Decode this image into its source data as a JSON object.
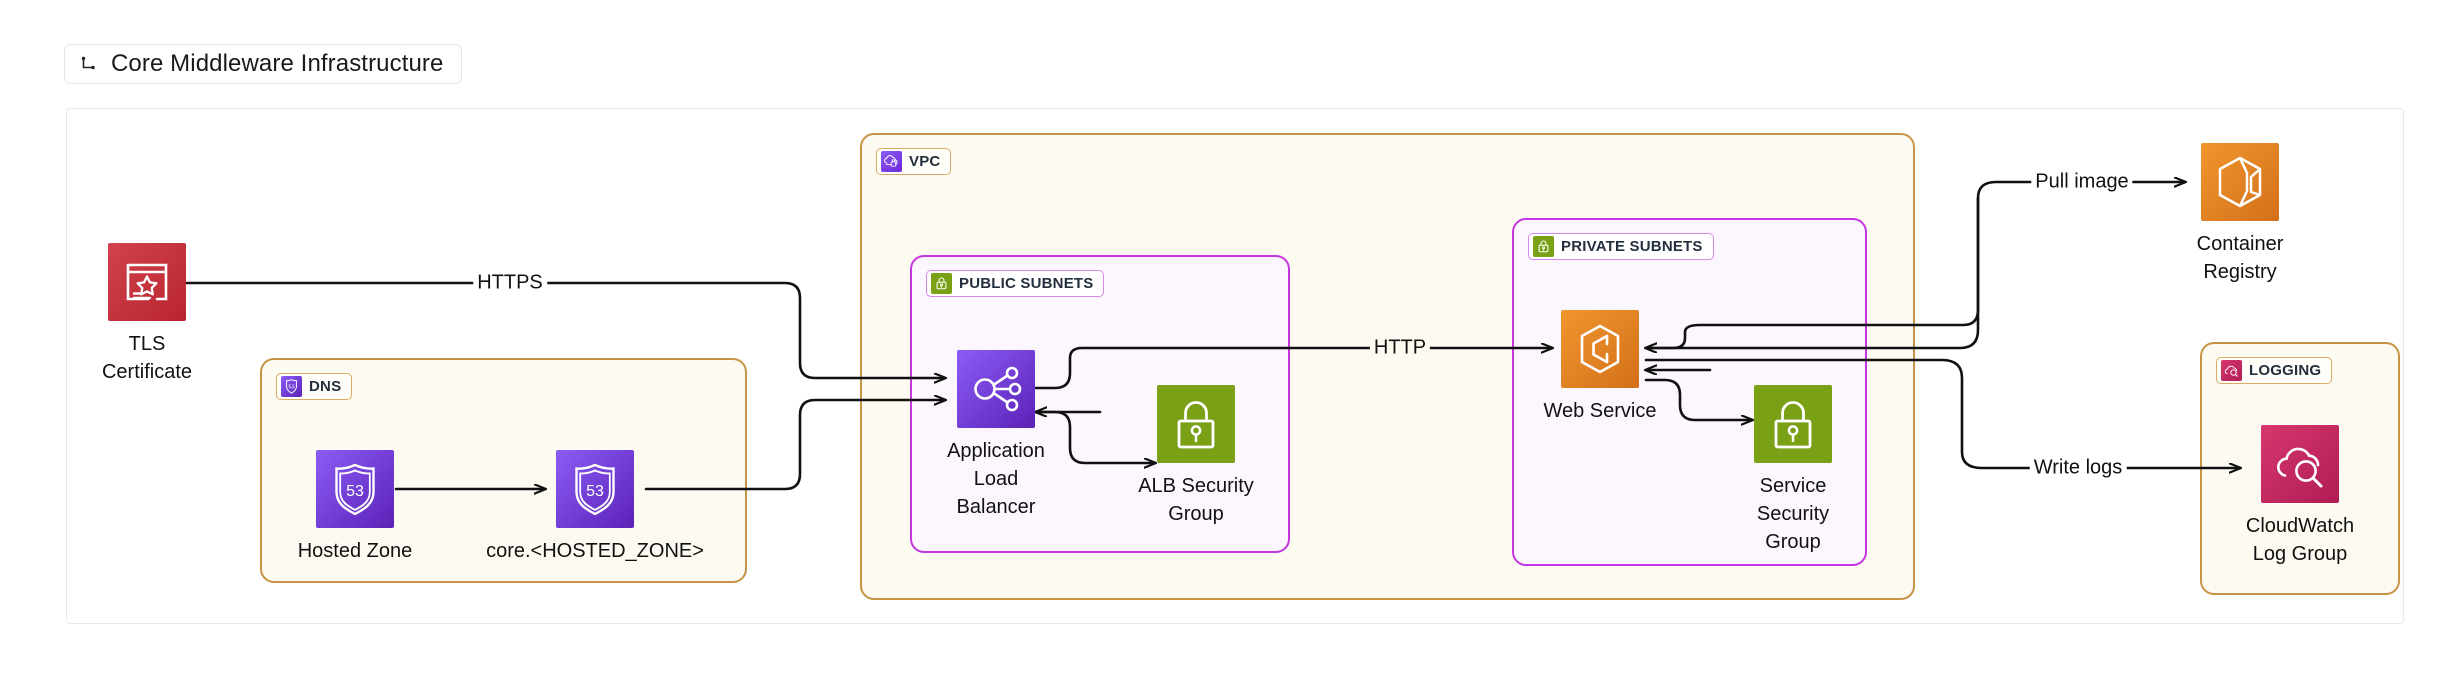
{
  "header": {
    "icon": "elbow-connector-icon",
    "title": "Core Middleware Infrastructure"
  },
  "clusters": [
    {
      "id": "vpc",
      "label": "VPC",
      "icon": "vpc-icon",
      "style": "amber"
    },
    {
      "id": "dns",
      "label": "DNS",
      "icon": "route53-icon",
      "style": "amber"
    },
    {
      "id": "logging",
      "label": "LOGGING",
      "icon": "cloudwatch-icon",
      "style": "amber"
    },
    {
      "id": "public-subnets",
      "label": "PUBLIC SUBNETS",
      "icon": "lock-icon",
      "style": "violet"
    },
    {
      "id": "private-subnets",
      "label": "PRIVATE SUBNETS",
      "icon": "lock-icon",
      "style": "violet"
    }
  ],
  "nodes": [
    {
      "id": "tls-certificate",
      "label": "TLS\nCertificate",
      "icon": "certificate-icon",
      "color": "#c4303a"
    },
    {
      "id": "hosted-zone",
      "label": "Hosted Zone",
      "icon": "route53-shield-icon",
      "color": "#7b3ff2"
    },
    {
      "id": "core-hosted-zone",
      "label": "core.<HOSTED_ZONE>",
      "icon": "route53-shield-icon",
      "color": "#7b3ff2"
    },
    {
      "id": "application-load-balancer",
      "label": "Application\nLoad\nBalancer",
      "icon": "load-balancer-icon",
      "color": "#7b3ff2"
    },
    {
      "id": "alb-security-group",
      "label": "ALB Security\nGroup",
      "icon": "lock-icon",
      "color": "#7aa116"
    },
    {
      "id": "web-service",
      "label": "Web Service",
      "icon": "ecs-service-icon",
      "color": "#e8821e"
    },
    {
      "id": "service-security-group",
      "label": "Service\nSecurity\nGroup",
      "icon": "lock-icon",
      "color": "#7aa116"
    },
    {
      "id": "container-registry",
      "label": "Container\nRegistry",
      "icon": "ecr-cube-icon",
      "color": "#e8821e"
    },
    {
      "id": "cloudwatch-log-group",
      "label": "CloudWatch\nLog Group",
      "icon": "cloudwatch-icon",
      "color": "#c9265f"
    }
  ],
  "edges": [
    {
      "id": "tls-to-alb",
      "from": "tls-certificate",
      "to": "application-load-balancer",
      "label": "HTTPS"
    },
    {
      "id": "hostedzone-to-core",
      "from": "hosted-zone",
      "to": "core-hosted-zone",
      "label": ""
    },
    {
      "id": "core-to-alb",
      "from": "core-hosted-zone",
      "to": "application-load-balancer",
      "label": ""
    },
    {
      "id": "alb-to-websvc",
      "from": "application-load-balancer",
      "to": "web-service",
      "label": "HTTP"
    },
    {
      "id": "alb-to-albsg",
      "from": "application-load-balancer",
      "to": "alb-security-group",
      "label": ""
    },
    {
      "id": "websvc-to-svcsg",
      "from": "web-service",
      "to": "service-security-group",
      "label": ""
    },
    {
      "id": "websvc-to-registry",
      "from": "web-service",
      "to": "container-registry",
      "label": "Pull image"
    },
    {
      "id": "websvc-to-logs",
      "from": "web-service",
      "to": "cloudwatch-log-group",
      "label": "Write logs"
    }
  ],
  "palette": {
    "cluster_amber_border": "#c79445",
    "cluster_amber_fill": "#fdfaf2",
    "cluster_violet_border": "#c536e0",
    "cluster_violet_fill": "#fcf6fe",
    "edge_stroke": "#111111",
    "canvas_border": "#e6e8eb"
  }
}
